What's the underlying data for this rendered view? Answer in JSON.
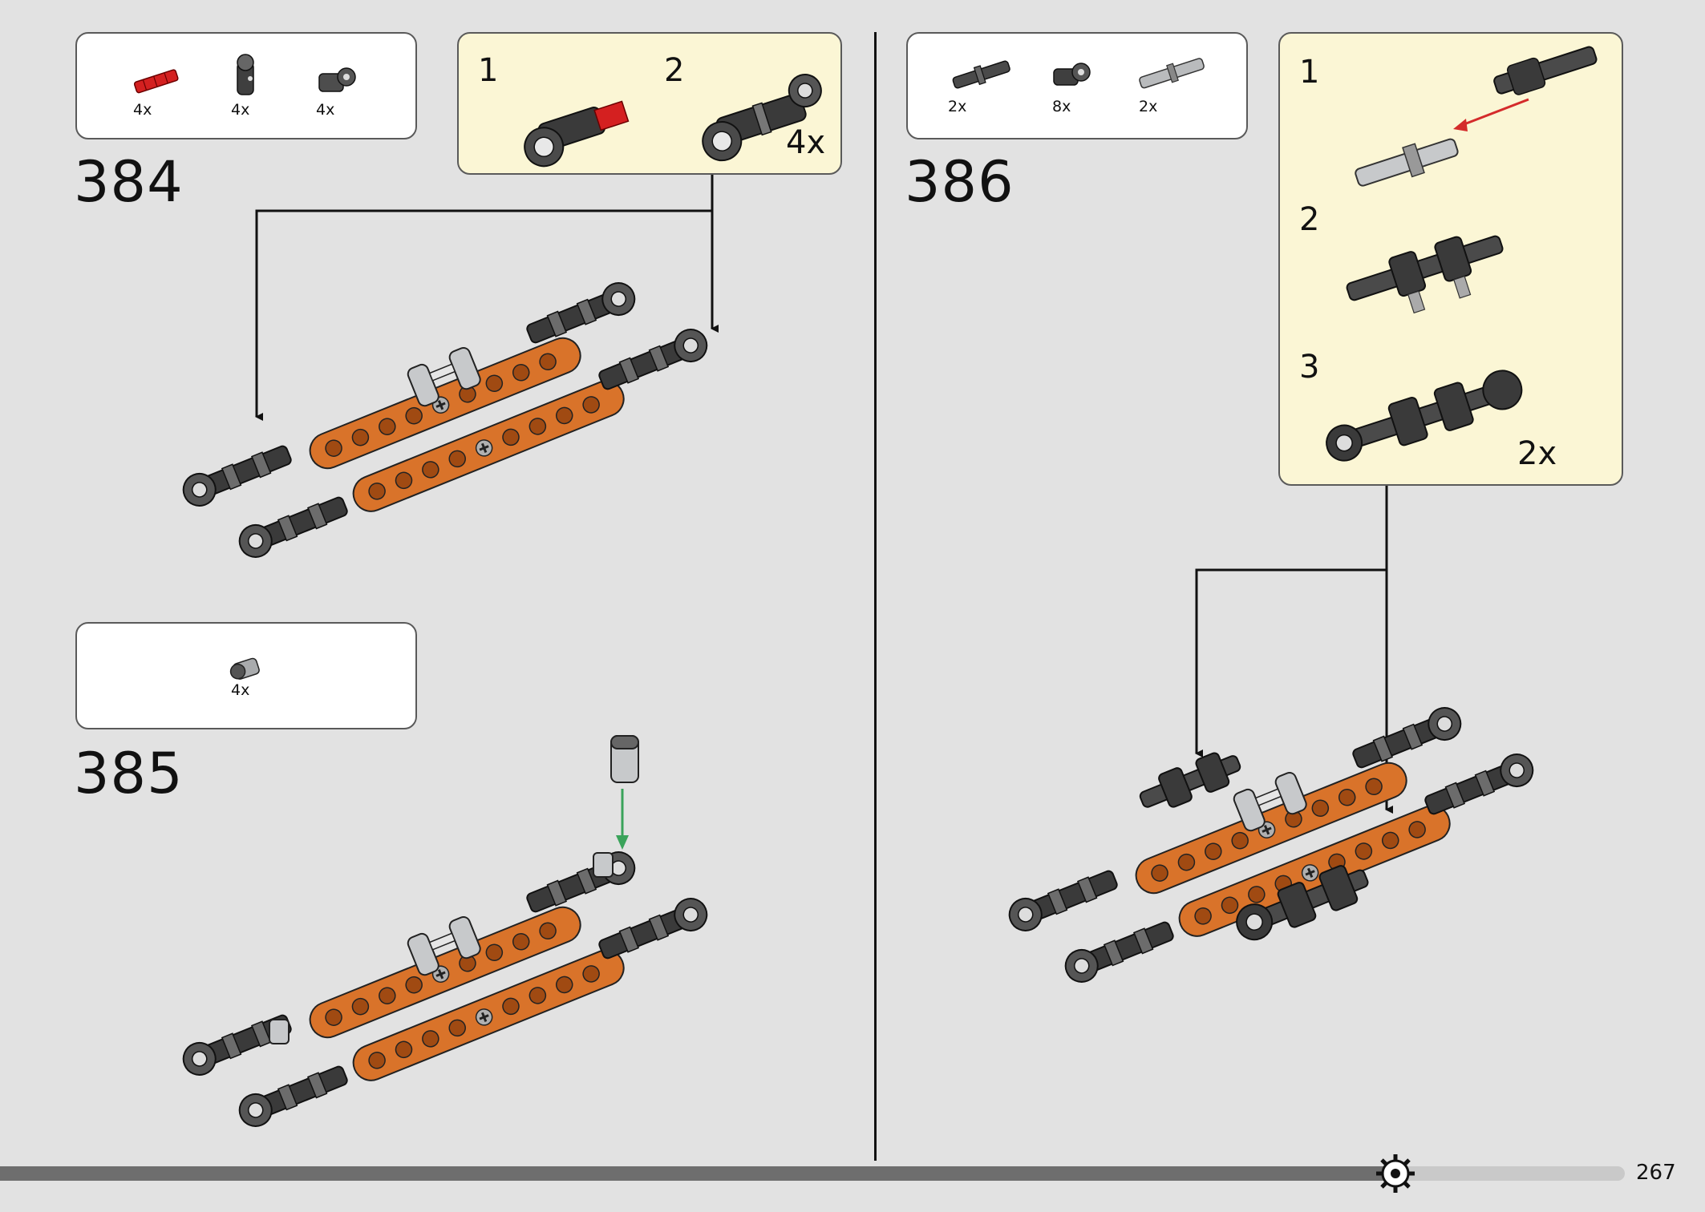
{
  "page": {
    "number": "267"
  },
  "steps": [
    {
      "number": "384",
      "parts": [
        {
          "name": "red-axle-2",
          "qty": "4x",
          "icon": "red-axle-icon"
        },
        {
          "name": "dark-connector-bent",
          "qty": "4x",
          "icon": "angle-connector-icon"
        },
        {
          "name": "dark-connector-pin",
          "qty": "4x",
          "icon": "axle-pin-connector-icon"
        }
      ],
      "subassembly": {
        "steps": [
          {
            "number": "1"
          },
          {
            "number": "2"
          }
        ],
        "multiplier": "4x"
      }
    },
    {
      "number": "385",
      "parts": [
        {
          "name": "grey-bush",
          "qty": "4x",
          "icon": "bush-icon"
        }
      ]
    },
    {
      "number": "386",
      "parts": [
        {
          "name": "dark-axle-pin",
          "qty": "2x",
          "icon": "axle-pin-icon"
        },
        {
          "name": "dark-connector-cross",
          "qty": "8x",
          "icon": "cross-connector-icon"
        },
        {
          "name": "light-axle-pin",
          "qty": "2x",
          "icon": "light-axle-pin-icon"
        }
      ],
      "subassembly": {
        "steps": [
          {
            "number": "1"
          },
          {
            "number": "2"
          },
          {
            "number": "3"
          }
        ],
        "multiplier": "2x"
      }
    }
  ],
  "colors": {
    "background": "#e2e2e2",
    "sub_box": "#fbf6d5",
    "orange": "#d9732a",
    "dark_grey": "#3a3a3a",
    "light_grey": "#bfc2c4",
    "red_arrow": "#d42b2b",
    "green_arrow": "#3aa35a"
  },
  "progress": {
    "fraction": 0.82
  }
}
